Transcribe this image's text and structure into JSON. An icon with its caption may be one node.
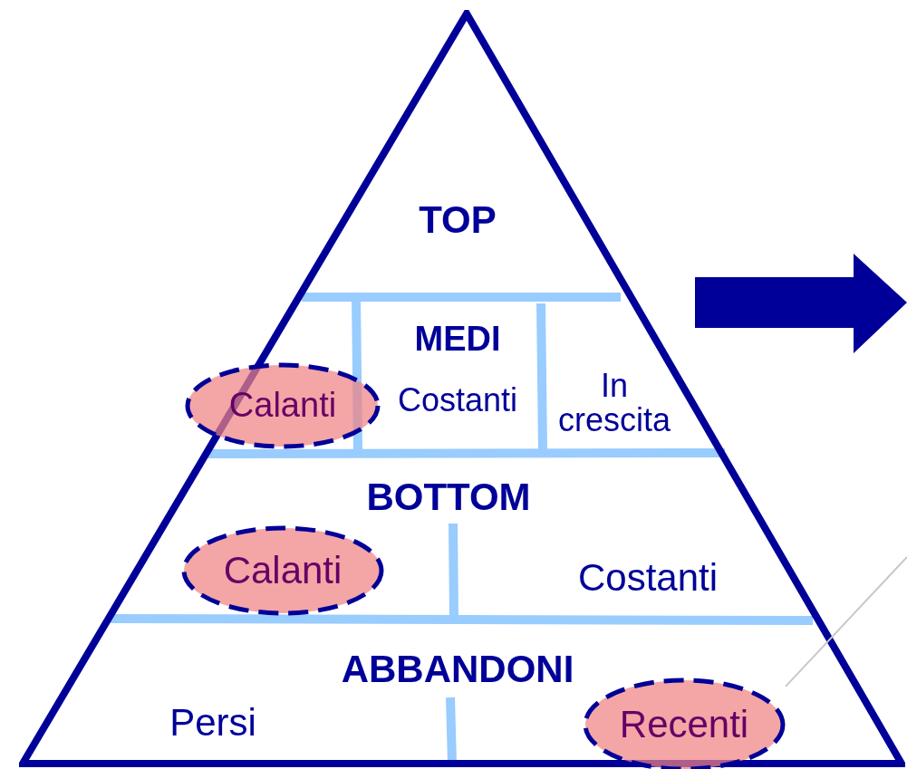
{
  "diagram": {
    "nodes": [
      {
        "text": [],
        "shape": "triangle"
      },
      {
        "text": [
          "TOP"
        ],
        "in": 0
      },
      {
        "text": [
          "MEDI"
        ],
        "in": 0
      },
      {
        "text": [
          "Calanti"
        ],
        "in": 0
      },
      {
        "text": [
          "Costanti"
        ],
        "in": 0
      },
      {
        "text": [
          "In crescita"
        ],
        "in": 0
      },
      {
        "text": [
          "BOTTOM"
        ],
        "in": 0
      },
      {
        "text": [
          "Calanti"
        ],
        "in": 0
      },
      {
        "text": [
          "Costanti"
        ],
        "in": 0
      },
      {
        "text": [
          "ABBANDONI"
        ],
        "in": 0
      },
      {
        "text": [
          "Persi"
        ],
        "in": 0
      },
      {
        "text": [
          "Recenti"
        ],
        "in": 0
      }
    ],
    "edges": [
      {
        "from": null,
        "to": 11,
        "arrow": "none",
        "color": "#c8c8c8"
      }
    ]
  }
}
